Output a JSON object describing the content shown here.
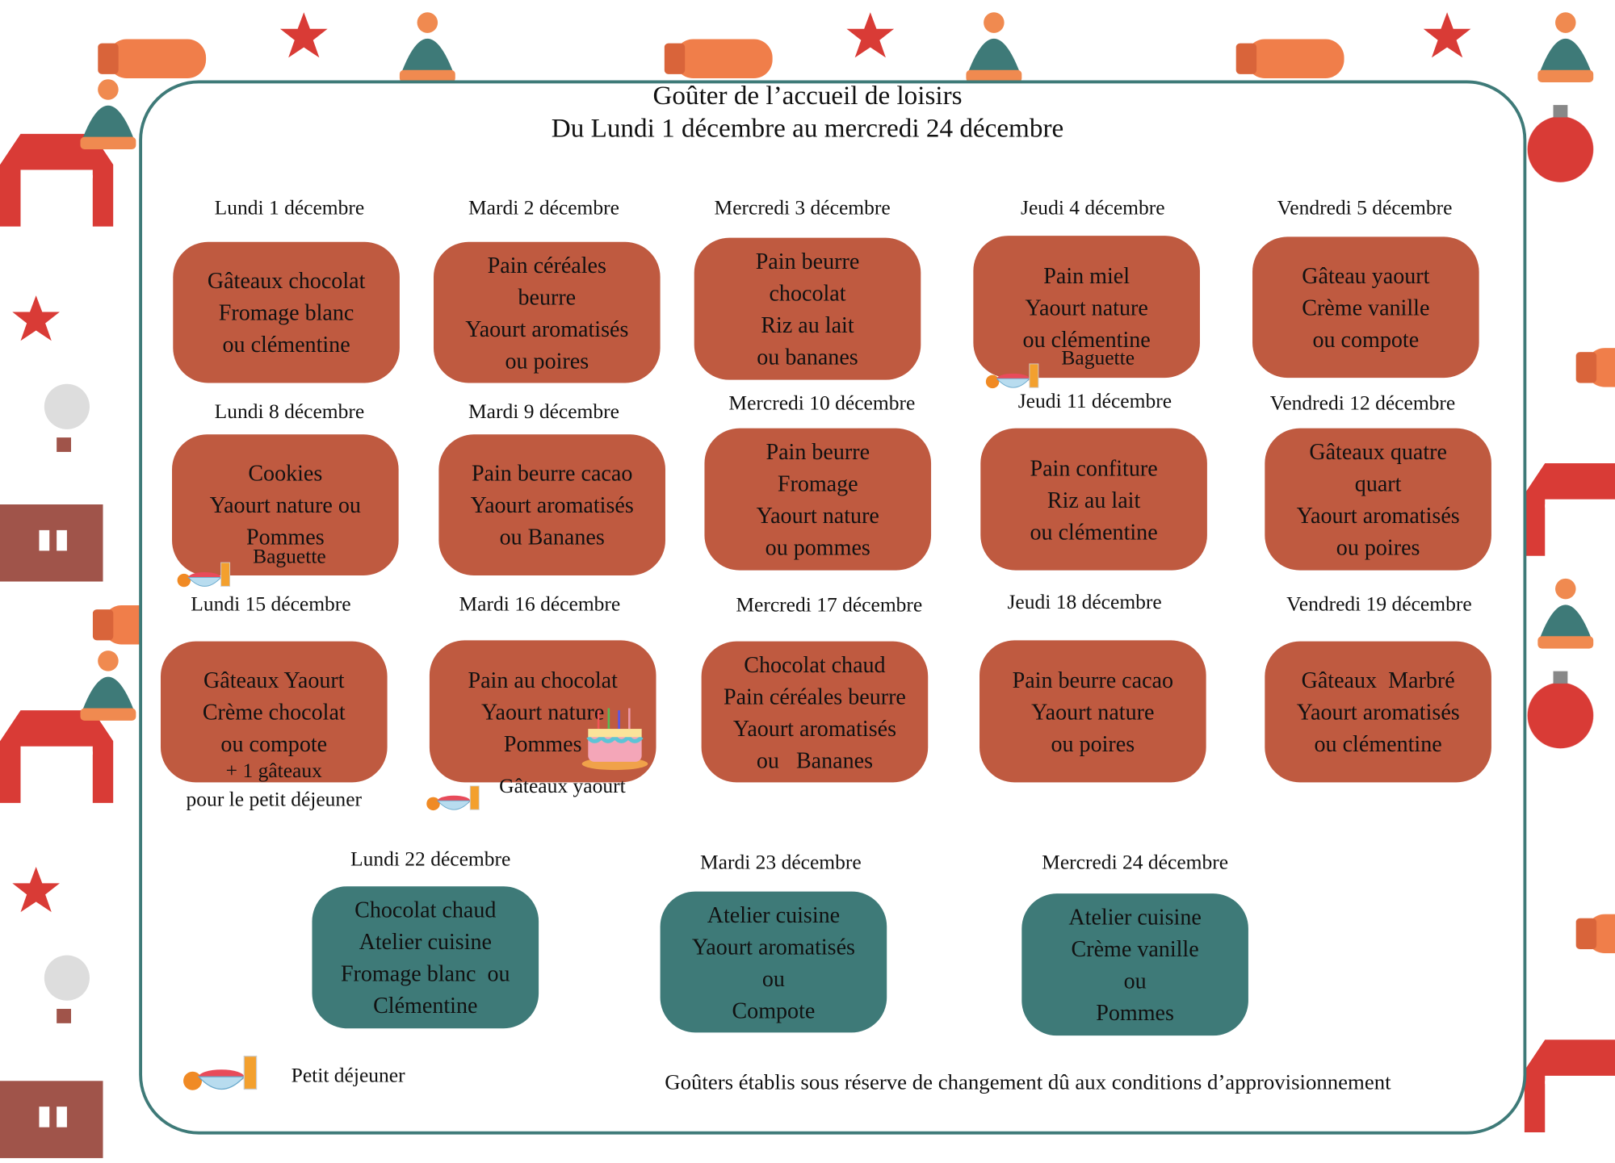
{
  "header": {
    "title": "Goûter de l’accueil de loisirs",
    "subtitle": "Du Lundi 1 décembre au mercredi 24 décembre"
  },
  "days": [
    {
      "label": "Lundi 1 décembre",
      "items": [
        "Gâteaux chocolat",
        "Fromage blanc",
        "ou clémentine"
      ]
    },
    {
      "label": "Mardi 2 décembre",
      "items": [
        "Pain céréales",
        "beurre",
        "Yaourt aromatisés",
        "ou poires"
      ]
    },
    {
      "label": "Mercredi 3 décembre",
      "items": [
        "Pain beurre",
        "chocolat",
        "Riz au lait",
        "ou bananes"
      ]
    },
    {
      "label": "Jeudi 4 décembre",
      "items": [
        "Pain miel",
        "Yaourt nature",
        "ou clémentine"
      ],
      "breakfast": "Baguette"
    },
    {
      "label": "Vendredi 5 décembre",
      "items": [
        "Gâteau yaourt",
        "Crème vanille",
        "ou compote"
      ]
    },
    {
      "label": "Lundi 8 décembre",
      "items": [
        "Cookies",
        "Yaourt nature ou",
        "Pommes"
      ],
      "breakfast": "Baguette"
    },
    {
      "label": "Mardi 9  décembre",
      "items": [
        "Pain beurre cacao",
        "Yaourt aromatisés",
        "ou Bananes"
      ]
    },
    {
      "label": "Mercredi 10 décembre",
      "items": [
        "Pain beurre",
        "Fromage",
        "Yaourt nature",
        "ou pommes"
      ]
    },
    {
      "label": "Jeudi 11 décembre",
      "items": [
        "Pain confiture",
        "Riz au lait",
        "ou clémentine"
      ]
    },
    {
      "label": "Vendredi 12 décembre",
      "items": [
        "Gâteaux quatre",
        "quart",
        "Yaourt aromatisés",
        "ou poires"
      ]
    },
    {
      "label": "Lundi 15 décembre",
      "items": [
        "Gâteaux Yaourt",
        "Crème chocolat",
        "ou compote"
      ],
      "extra": [
        "+ 1 gâteaux",
        "pour le petit déjeuner"
      ]
    },
    {
      "label": "Mardi 16 décembre",
      "items": [
        "Pain au chocolat",
        "Yaourt nature",
        "Pommes"
      ],
      "breakfast": "Gâteaux yaourt"
    },
    {
      "label": "Mercredi 17 décembre",
      "items": [
        "Chocolat chaud",
        "Pain céréales beurre",
        "Yaourt aromatisés",
        "ou   Bananes"
      ]
    },
    {
      "label": "Jeudi 18 décembre",
      "items": [
        "Pain beurre cacao",
        "Yaourt nature",
        "ou poires"
      ]
    },
    {
      "label": "Vendredi 19 décembre",
      "items": [
        "Gâteaux  Marbré",
        "Yaourt aromatisés",
        "ou clémentine"
      ]
    },
    {
      "label": "Lundi 22 décembre",
      "items": [
        "Chocolat chaud",
        "Atelier cuisine",
        "Fromage blanc  ou",
        "Clémentine"
      ]
    },
    {
      "label": "Mardi 23 décembre",
      "items": [
        "Atelier cuisine",
        "Yaourt aromatisés",
        "ou",
        "Compote"
      ]
    },
    {
      "label": "Mercredi 24 décembre",
      "items": [
        "Atelier cuisine",
        "Crème vanille",
        "ou",
        "Pommes"
      ]
    }
  ],
  "footer": {
    "legend": "Petit déjeuner",
    "disclaimer": "Goûters établis sous réserve de changement dû aux conditions d’approvisionnement"
  },
  "colors": {
    "box": "#bf5a40",
    "holiday_box": "#3e7a78",
    "frame": "#3e7a78"
  }
}
